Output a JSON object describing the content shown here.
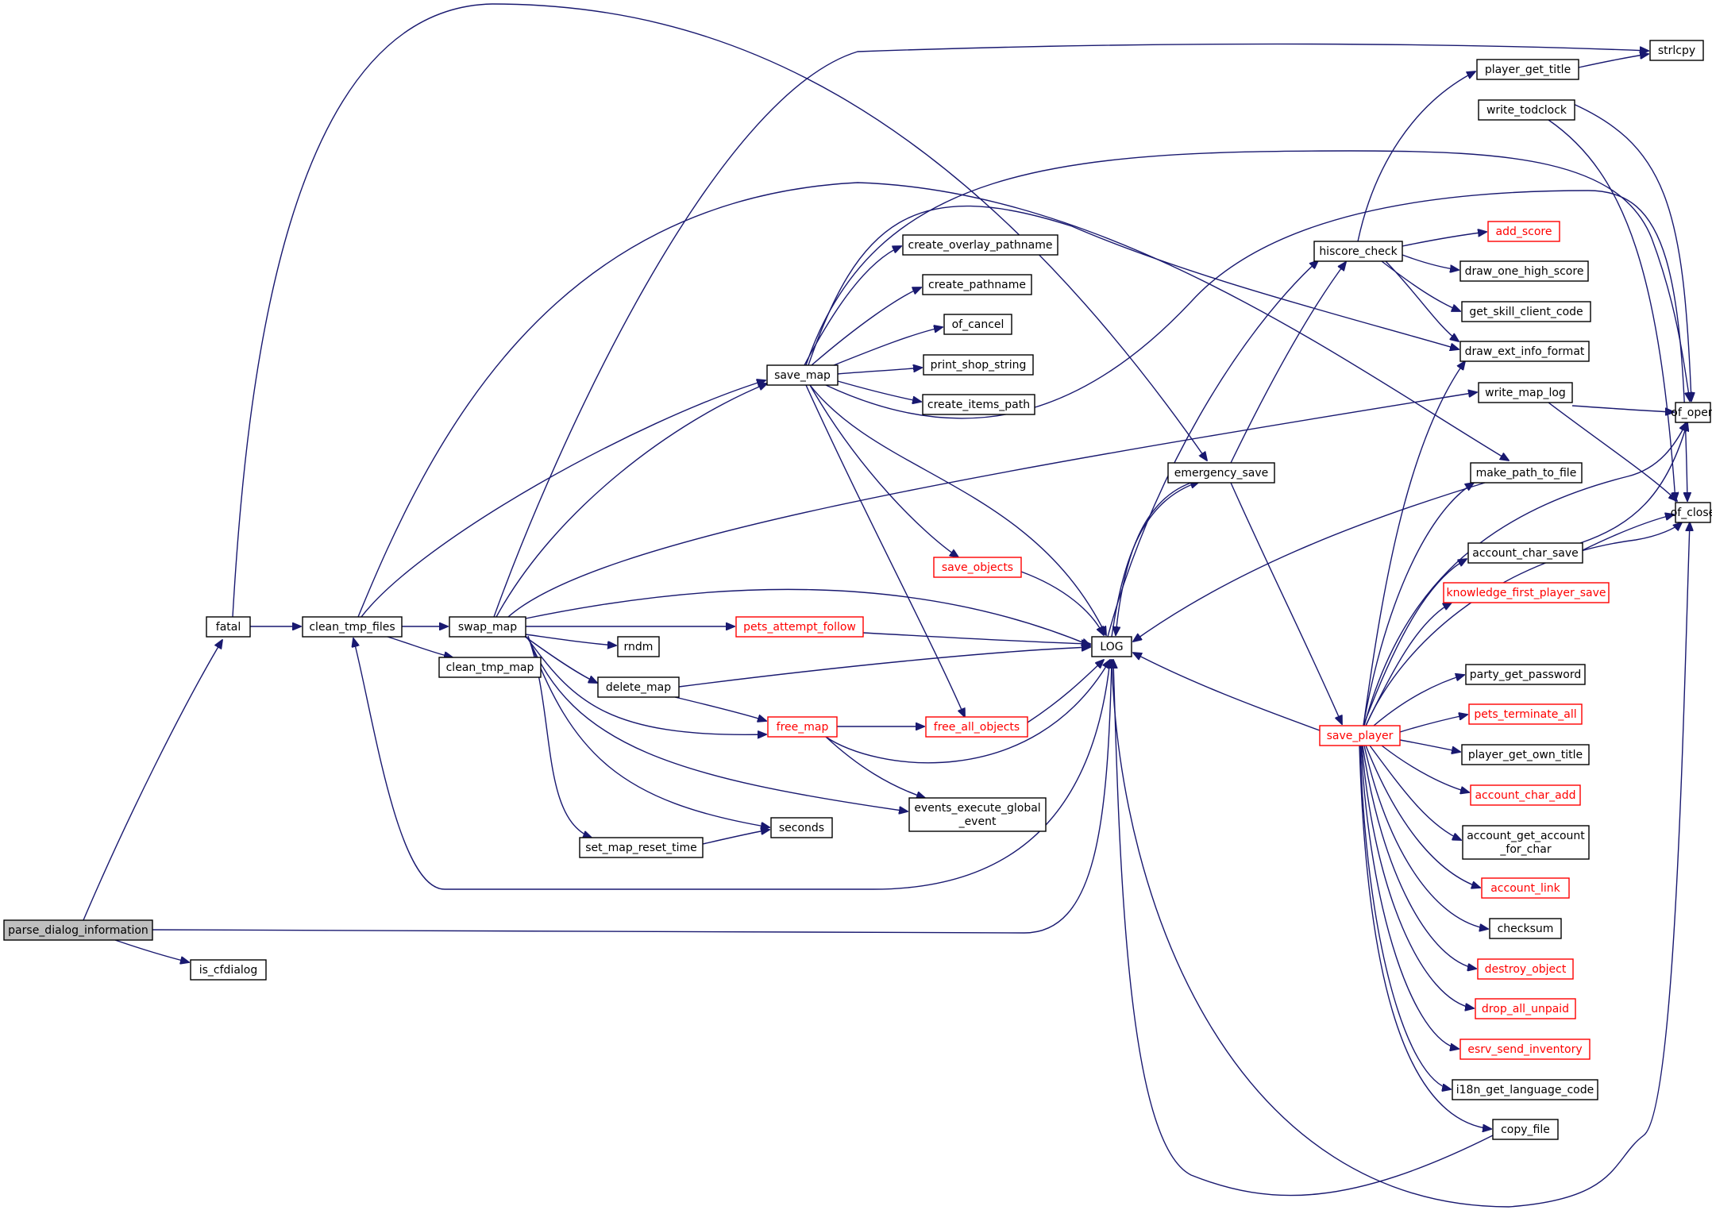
{
  "colors": {
    "edge": "#191970",
    "box": "#000000",
    "truncated": "#ff0000",
    "root_fill": "#bfbfbf"
  },
  "nodes": {
    "parse_dialog_information": {
      "lines": [
        "parse_dialog_information"
      ],
      "style": "root"
    },
    "is_cfdialog": {
      "lines": [
        "is_cfdialog"
      ],
      "style": "normal"
    },
    "fatal": {
      "lines": [
        "fatal"
      ],
      "style": "normal"
    },
    "clean_tmp_files": {
      "lines": [
        "clean_tmp_files"
      ],
      "style": "normal"
    },
    "swap_map": {
      "lines": [
        "swap_map"
      ],
      "style": "normal"
    },
    "clean_tmp_map": {
      "lines": [
        "clean_tmp_map"
      ],
      "style": "normal"
    },
    "save_map": {
      "lines": [
        "save_map"
      ],
      "style": "normal"
    },
    "rndm": {
      "lines": [
        "rndm"
      ],
      "style": "normal"
    },
    "delete_map": {
      "lines": [
        "delete_map"
      ],
      "style": "normal"
    },
    "set_map_reset_time": {
      "lines": [
        "set_map_reset_time"
      ],
      "style": "normal"
    },
    "pets_attempt_follow": {
      "lines": [
        "pets_attempt_follow"
      ],
      "style": "red"
    },
    "free_map": {
      "lines": [
        "free_map"
      ],
      "style": "red"
    },
    "seconds": {
      "lines": [
        "seconds"
      ],
      "style": "normal"
    },
    "create_overlay_pathname": {
      "lines": [
        "create_overlay_pathname"
      ],
      "style": "normal"
    },
    "create_pathname": {
      "lines": [
        "create_pathname"
      ],
      "style": "normal"
    },
    "of_cancel": {
      "lines": [
        "of_cancel"
      ],
      "style": "normal"
    },
    "print_shop_string": {
      "lines": [
        "print_shop_string"
      ],
      "style": "normal"
    },
    "create_items_path": {
      "lines": [
        "create_items_path"
      ],
      "style": "normal"
    },
    "save_objects": {
      "lines": [
        "save_objects"
      ],
      "style": "red"
    },
    "free_all_objects": {
      "lines": [
        "free_all_objects"
      ],
      "style": "red"
    },
    "events_execute_global_event": {
      "lines": [
        "events_execute_global",
        "_event"
      ],
      "style": "normal"
    },
    "LOG": {
      "lines": [
        "LOG"
      ],
      "style": "normal"
    },
    "emergency_save": {
      "lines": [
        "emergency_save"
      ],
      "style": "normal"
    },
    "hiscore_check": {
      "lines": [
        "hiscore_check"
      ],
      "style": "normal"
    },
    "save_player": {
      "lines": [
        "save_player"
      ],
      "style": "red"
    },
    "player_get_title": {
      "lines": [
        "player_get_title"
      ],
      "style": "normal"
    },
    "write_todclock": {
      "lines": [
        "write_todclock"
      ],
      "style": "normal"
    },
    "add_score": {
      "lines": [
        "add_score"
      ],
      "style": "red"
    },
    "draw_one_high_score": {
      "lines": [
        "draw_one_high_score"
      ],
      "style": "normal"
    },
    "get_skill_client_code": {
      "lines": [
        "get_skill_client_code"
      ],
      "style": "normal"
    },
    "draw_ext_info_format": {
      "lines": [
        "draw_ext_info_format"
      ],
      "style": "normal"
    },
    "write_map_log": {
      "lines": [
        "write_map_log"
      ],
      "style": "normal"
    },
    "make_path_to_file": {
      "lines": [
        "make_path_to_file"
      ],
      "style": "normal"
    },
    "account_char_save": {
      "lines": [
        "account_char_save"
      ],
      "style": "normal"
    },
    "knowledge_first_player_save": {
      "lines": [
        "knowledge_first_player_save"
      ],
      "style": "red"
    },
    "party_get_password": {
      "lines": [
        "party_get_password"
      ],
      "style": "normal"
    },
    "pets_terminate_all": {
      "lines": [
        "pets_terminate_all"
      ],
      "style": "red"
    },
    "player_get_own_title": {
      "lines": [
        "player_get_own_title"
      ],
      "style": "normal"
    },
    "account_char_add": {
      "lines": [
        "account_char_add"
      ],
      "style": "red"
    },
    "account_get_account_for_char": {
      "lines": [
        "account_get_account",
        "_for_char"
      ],
      "style": "normal"
    },
    "account_link": {
      "lines": [
        "account_link"
      ],
      "style": "red"
    },
    "checksum": {
      "lines": [
        "checksum"
      ],
      "style": "normal"
    },
    "destroy_object": {
      "lines": [
        "destroy_object"
      ],
      "style": "red"
    },
    "drop_all_unpaid": {
      "lines": [
        "drop_all_unpaid"
      ],
      "style": "red"
    },
    "esrv_send_inventory": {
      "lines": [
        "esrv_send_inventory"
      ],
      "style": "red"
    },
    "i18n_get_language_code": {
      "lines": [
        "i18n_get_language_code"
      ],
      "style": "normal"
    },
    "copy_file": {
      "lines": [
        "copy_file"
      ],
      "style": "normal"
    },
    "strlcpy": {
      "lines": [
        "strlcpy"
      ],
      "style": "normal"
    },
    "of_open": {
      "lines": [
        "of_open"
      ],
      "style": "normal"
    },
    "of_close": {
      "lines": [
        "of_close"
      ],
      "style": "normal"
    }
  },
  "edges": [
    [
      "parse_dialog_information",
      "fatal"
    ],
    [
      "parse_dialog_information",
      "is_cfdialog"
    ],
    [
      "parse_dialog_information",
      "LOG"
    ],
    [
      "fatal",
      "clean_tmp_files"
    ],
    [
      "fatal",
      "emergency_save"
    ],
    [
      "clean_tmp_files",
      "swap_map"
    ],
    [
      "clean_tmp_files",
      "clean_tmp_map"
    ],
    [
      "clean_tmp_files",
      "save_map"
    ],
    [
      "clean_tmp_files",
      "make_path_to_file"
    ],
    [
      "swap_map",
      "save_map"
    ],
    [
      "swap_map",
      "rndm"
    ],
    [
      "swap_map",
      "delete_map"
    ],
    [
      "swap_map",
      "pets_attempt_follow"
    ],
    [
      "swap_map",
      "free_map"
    ],
    [
      "swap_map",
      "set_map_reset_time"
    ],
    [
      "swap_map",
      "seconds"
    ],
    [
      "swap_map",
      "events_execute_global_event"
    ],
    [
      "swap_map",
      "LOG"
    ],
    [
      "swap_map",
      "write_map_log"
    ],
    [
      "swap_map",
      "strlcpy"
    ],
    [
      "save_map",
      "create_overlay_pathname"
    ],
    [
      "save_map",
      "create_pathname"
    ],
    [
      "save_map",
      "of_cancel"
    ],
    [
      "save_map",
      "print_shop_string"
    ],
    [
      "save_map",
      "create_items_path"
    ],
    [
      "save_map",
      "save_objects"
    ],
    [
      "save_map",
      "free_all_objects"
    ],
    [
      "save_map",
      "LOG"
    ],
    [
      "save_map",
      "draw_ext_info_format"
    ],
    [
      "save_map",
      "of_open"
    ],
    [
      "save_map",
      "of_close"
    ],
    [
      "delete_map",
      "free_map"
    ],
    [
      "delete_map",
      "LOG"
    ],
    [
      "set_map_reset_time",
      "seconds"
    ],
    [
      "pets_attempt_follow",
      "LOG"
    ],
    [
      "free_map",
      "free_all_objects"
    ],
    [
      "free_map",
      "events_execute_global_event"
    ],
    [
      "free_map",
      "LOG"
    ],
    [
      "save_objects",
      "LOG"
    ],
    [
      "free_all_objects",
      "LOG"
    ],
    [
      "LOG",
      "clean_tmp_files"
    ],
    [
      "LOG",
      "emergency_save"
    ],
    [
      "LOG",
      "hiscore_check"
    ],
    [
      "emergency_save",
      "LOG"
    ],
    [
      "emergency_save",
      "hiscore_check"
    ],
    [
      "emergency_save",
      "save_player"
    ],
    [
      "hiscore_check",
      "player_get_title"
    ],
    [
      "hiscore_check",
      "add_score"
    ],
    [
      "hiscore_check",
      "draw_one_high_score"
    ],
    [
      "hiscore_check",
      "get_skill_client_code"
    ],
    [
      "hiscore_check",
      "draw_ext_info_format"
    ],
    [
      "player_get_title",
      "strlcpy"
    ],
    [
      "write_todclock",
      "of_open"
    ],
    [
      "write_todclock",
      "of_close"
    ],
    [
      "write_map_log",
      "of_open"
    ],
    [
      "write_map_log",
      "of_close"
    ],
    [
      "make_path_to_file",
      "LOG"
    ],
    [
      "account_char_save",
      "of_open"
    ],
    [
      "account_char_save",
      "of_close"
    ],
    [
      "save_player",
      "LOG"
    ],
    [
      "save_player",
      "draw_ext_info_format"
    ],
    [
      "save_player",
      "make_path_to_file"
    ],
    [
      "save_player",
      "account_char_save"
    ],
    [
      "save_player",
      "knowledge_first_player_save"
    ],
    [
      "save_player",
      "party_get_password"
    ],
    [
      "save_player",
      "pets_terminate_all"
    ],
    [
      "save_player",
      "player_get_own_title"
    ],
    [
      "save_player",
      "account_char_add"
    ],
    [
      "save_player",
      "account_get_account_for_char"
    ],
    [
      "save_player",
      "account_link"
    ],
    [
      "save_player",
      "checksum"
    ],
    [
      "save_player",
      "destroy_object"
    ],
    [
      "save_player",
      "drop_all_unpaid"
    ],
    [
      "save_player",
      "esrv_send_inventory"
    ],
    [
      "save_player",
      "i18n_get_language_code"
    ],
    [
      "save_player",
      "copy_file"
    ],
    [
      "save_player",
      "of_open"
    ],
    [
      "save_player",
      "of_close"
    ],
    [
      "copy_file",
      "LOG"
    ]
  ]
}
